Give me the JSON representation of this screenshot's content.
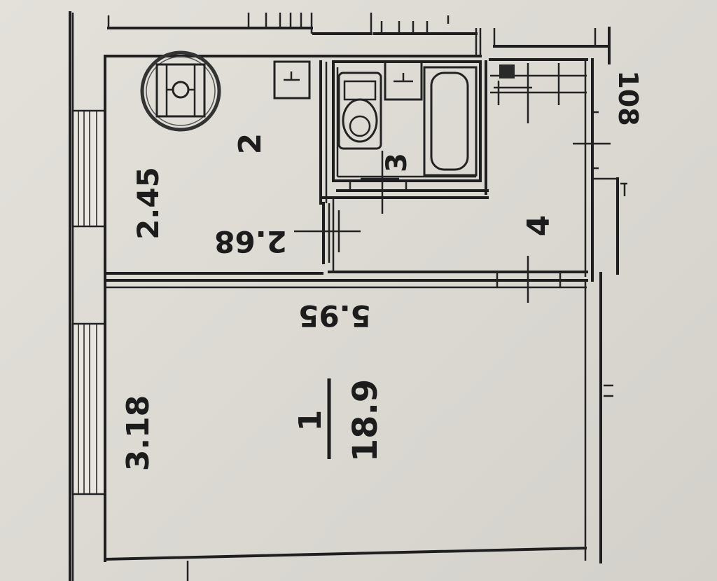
{
  "plan": {
    "room1": {
      "number": "1",
      "area": "18.9",
      "width": "3.18"
    },
    "room2": {
      "number": "2",
      "width": "2.45",
      "length": "2.68"
    },
    "room3": {
      "number": "3"
    },
    "room4": {
      "number": "4"
    },
    "total_length": "5.95",
    "corridor": "108"
  },
  "colors": {
    "paper": "#e3e1da",
    "ink": "#1f1f1f"
  }
}
